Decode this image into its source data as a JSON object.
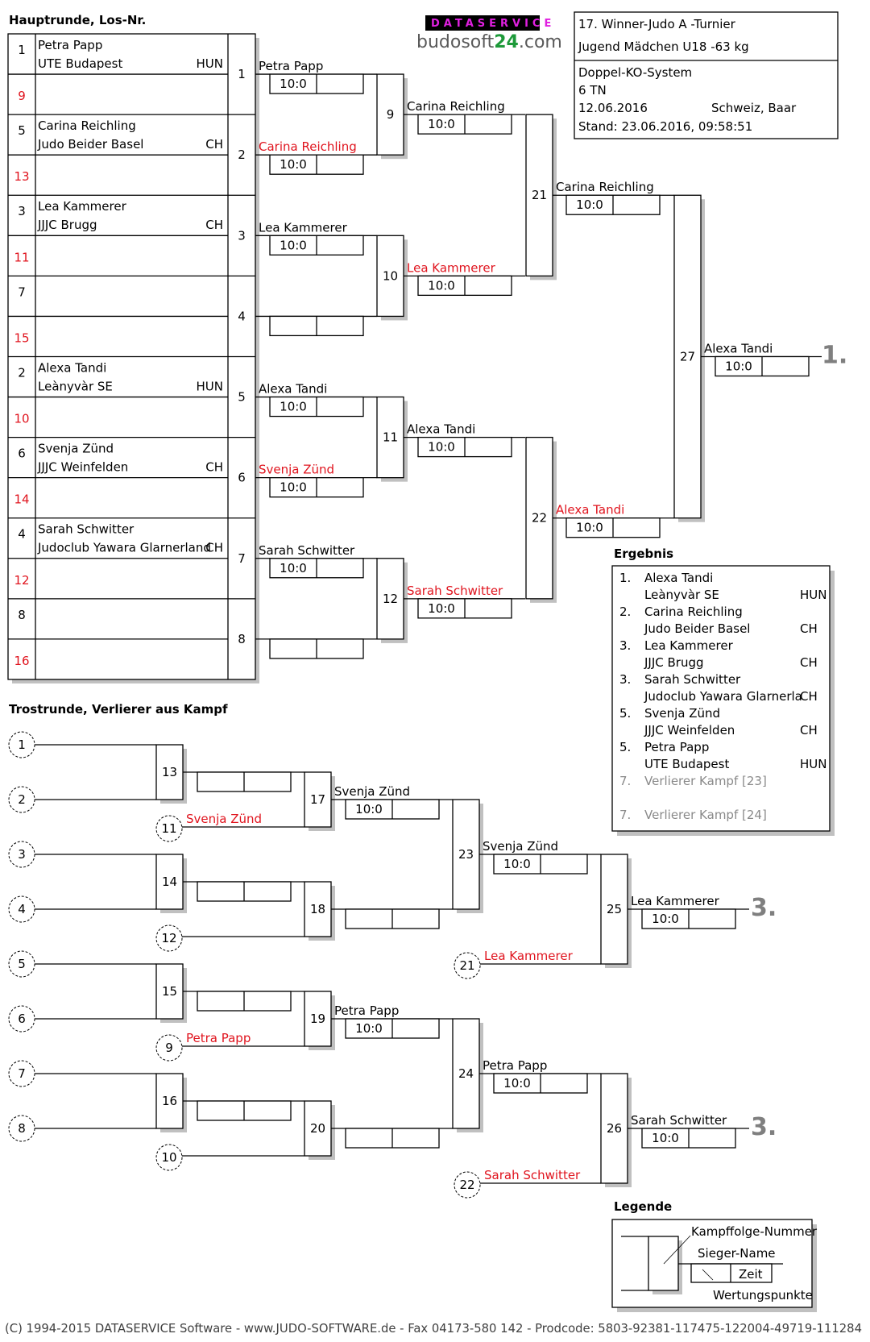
{
  "headings": {
    "main": "Hauptrunde, Los-Nr.",
    "consolation": "Trostrunde, Verlierer aus Kampf",
    "result": "Ergebnis",
    "legend": "Legende"
  },
  "logo": {
    "top": "DATASERVICE",
    "brand_left": "budosoft",
    "brand_num": "24",
    "brand_right": ".com",
    "colors": {
      "top": "#e020e0",
      "num": "#1e9a3a",
      "text": "#5a5a5a",
      "bar": "#000000"
    }
  },
  "info": {
    "tournament": "17. Winner-Judo A -Turnier",
    "category": "Jugend Mädchen U18 -63 kg",
    "system": "Doppel-KO-System",
    "participants": "6 TN",
    "date": "12.06.2016",
    "location": "Schweiz, Baar",
    "stand": "Stand: 23.06.2016, 09:58:51"
  },
  "draw": [
    {
      "los": "1",
      "loser_slot": false,
      "name": "Petra Papp",
      "club": "UTE Budapest",
      "nation": "HUN"
    },
    {
      "los": "9",
      "loser_slot": true,
      "name": "",
      "club": "",
      "nation": ""
    },
    {
      "los": "5",
      "loser_slot": false,
      "name": "Carina Reichling",
      "club": "Judo Beider Basel",
      "nation": "CH"
    },
    {
      "los": "13",
      "loser_slot": true,
      "name": "",
      "club": "",
      "nation": ""
    },
    {
      "los": "3",
      "loser_slot": false,
      "name": "Lea Kammerer",
      "club": "JJJC Brugg",
      "nation": "CH"
    },
    {
      "los": "11",
      "loser_slot": true,
      "name": "",
      "club": "",
      "nation": ""
    },
    {
      "los": "7",
      "loser_slot": false,
      "name": "",
      "club": "",
      "nation": ""
    },
    {
      "los": "15",
      "loser_slot": true,
      "name": "",
      "club": "",
      "nation": ""
    },
    {
      "los": "2",
      "loser_slot": false,
      "name": "Alexa Tandi",
      "club": "Leànyvàr SE",
      "nation": "HUN"
    },
    {
      "los": "10",
      "loser_slot": true,
      "name": "",
      "club": "",
      "nation": ""
    },
    {
      "los": "6",
      "loser_slot": false,
      "name": "Svenja Zünd",
      "club": "JJJC Weinfelden",
      "nation": "CH"
    },
    {
      "los": "14",
      "loser_slot": true,
      "name": "",
      "club": "",
      "nation": ""
    },
    {
      "los": "4",
      "loser_slot": false,
      "name": "Sarah Schwitter",
      "club": "Judoclub Yawara Glarnerland",
      "nation": "CH"
    },
    {
      "los": "12",
      "loser_slot": true,
      "name": "",
      "club": "",
      "nation": ""
    },
    {
      "los": "8",
      "loser_slot": false,
      "name": "",
      "club": "",
      "nation": ""
    },
    {
      "los": "16",
      "loser_slot": true,
      "name": "",
      "club": "",
      "nation": ""
    }
  ],
  "main_round1": [
    {
      "match": "1",
      "winner": "Petra Papp",
      "winner_red": false,
      "score": "10:0",
      "time": ""
    },
    {
      "match": "2",
      "winner": "Carina Reichling",
      "winner_red": true,
      "score": "10:0",
      "time": ""
    },
    {
      "match": "3",
      "winner": "Lea Kammerer",
      "winner_red": false,
      "score": "10:0",
      "time": ""
    },
    {
      "match": "4",
      "winner": "",
      "winner_red": false,
      "score": "",
      "time": ""
    },
    {
      "match": "5",
      "winner": "Alexa Tandi",
      "winner_red": false,
      "score": "10:0",
      "time": ""
    },
    {
      "match": "6",
      "winner": "Svenja Zünd",
      "winner_red": true,
      "score": "10:0",
      "time": ""
    },
    {
      "match": "7",
      "winner": "Sarah Schwitter",
      "winner_red": false,
      "score": "10:0",
      "time": ""
    },
    {
      "match": "8",
      "winner": "",
      "winner_red": false,
      "score": "",
      "time": ""
    }
  ],
  "main_round2": [
    {
      "match": "9",
      "winner": "Carina Reichling",
      "winner_red": false,
      "score": "10:0",
      "time": ""
    },
    {
      "match": "10",
      "winner": "Lea Kammerer",
      "winner_red": true,
      "score": "10:0",
      "time": ""
    },
    {
      "match": "11",
      "winner": "Alexa Tandi",
      "winner_red": false,
      "score": "10:0",
      "time": ""
    },
    {
      "match": "12",
      "winner": "Sarah Schwitter",
      "winner_red": true,
      "score": "10:0",
      "time": ""
    }
  ],
  "main_round3": [
    {
      "match": "21",
      "winner": "Carina Reichling",
      "winner_red": false,
      "score": "10:0",
      "time": ""
    },
    {
      "match": "22",
      "winner": "Alexa Tandi",
      "winner_red": true,
      "score": "10:0",
      "time": ""
    }
  ],
  "main_final": {
    "match": "27",
    "winner": "Alexa Tandi",
    "winner_red": false,
    "score": "10:0",
    "time": "",
    "place": "1."
  },
  "consolation_groups": [
    {
      "c1": "1",
      "c2": "2",
      "m1": "13",
      "m1_score": "",
      "m1_time": "",
      "c3": "11",
      "c3_name": "Svenja Zünd",
      "m2": "17"
    },
    {
      "c1": "3",
      "c2": "4",
      "m1": "14",
      "m1_score": "",
      "m1_time": "",
      "c3": "12",
      "c3_name": "",
      "m2": "18"
    },
    {
      "c1": "5",
      "c2": "6",
      "m1": "15",
      "m1_score": "",
      "m1_time": "",
      "c3": "9",
      "c3_name": "Petra Papp",
      "m2": "19"
    },
    {
      "c1": "7",
      "c2": "8",
      "m1": "16",
      "m1_score": "",
      "m1_time": "",
      "c3": "10",
      "c3_name": "",
      "m2": "20"
    }
  ],
  "consolation_r2": [
    {
      "match": "17",
      "winner": "Svenja Zünd",
      "score": "10:0",
      "time": ""
    },
    {
      "match": "18",
      "winner": "",
      "score": "",
      "time": ""
    },
    {
      "match": "19",
      "winner": "Petra Papp",
      "score": "10:0",
      "time": ""
    },
    {
      "match": "20",
      "winner": "",
      "score": "",
      "time": ""
    }
  ],
  "consolation_r3": [
    {
      "match": "23",
      "winner": "Svenja Zünd",
      "score": "10:0",
      "time": "",
      "c": "21",
      "c_name": "Lea Kammerer"
    },
    {
      "match": "24",
      "winner": "Petra Papp",
      "score": "10:0",
      "time": "",
      "c": "22",
      "c_name": "Sarah Schwitter"
    }
  ],
  "consolation_final": [
    {
      "match": "25",
      "winner": "Lea Kammerer",
      "score": "10:0",
      "time": "",
      "place": "3."
    },
    {
      "match": "26",
      "winner": "Sarah Schwitter",
      "score": "10:0",
      "time": "",
      "place": "3."
    }
  ],
  "results": [
    {
      "rank": "1.",
      "name": "Alexa Tandi",
      "club": "Leànyvàr SE",
      "nation": "HUN",
      "muted": false
    },
    {
      "rank": "2.",
      "name": "Carina Reichling",
      "club": "Judo Beider Basel",
      "nation": "CH",
      "muted": false
    },
    {
      "rank": "3.",
      "name": "Lea Kammerer",
      "club": "JJJC Brugg",
      "nation": "CH",
      "muted": false
    },
    {
      "rank": "3.",
      "name": "Sarah Schwitter",
      "club": "Judoclub Yawara Glarnerla",
      "nation": "CH",
      "muted": false
    },
    {
      "rank": "5.",
      "name": "Svenja Zünd",
      "club": "JJJC Weinfelden",
      "nation": "CH",
      "muted": false
    },
    {
      "rank": "5.",
      "name": "Petra Papp",
      "club": "UTE Budapest",
      "nation": "HUN",
      "muted": false
    },
    {
      "rank": "7.",
      "name": "Verlierer Kampf [23]",
      "club": "",
      "nation": "",
      "muted": true
    },
    {
      "rank": "7.",
      "name": "Verlierer Kampf [24]",
      "club": "",
      "nation": "",
      "muted": true
    }
  ],
  "legend": {
    "match_number": "Kampffolge-Nummer",
    "winner_name": "Sieger-Name",
    "time": "Zeit",
    "points": "Wertungspunkte"
  },
  "colors": {
    "loser_red": "#e0141e",
    "muted": "#8a8a8a",
    "shadow": "#c0c0c0",
    "place": "#7f7f7f"
  },
  "footer": "(C) 1994-2015 DATASERVICE Software - www.JUDO-SOFTWARE.de - Fax 04173-580 142 - Prodcode: 5803-92381-117475-122004-49719-111284"
}
